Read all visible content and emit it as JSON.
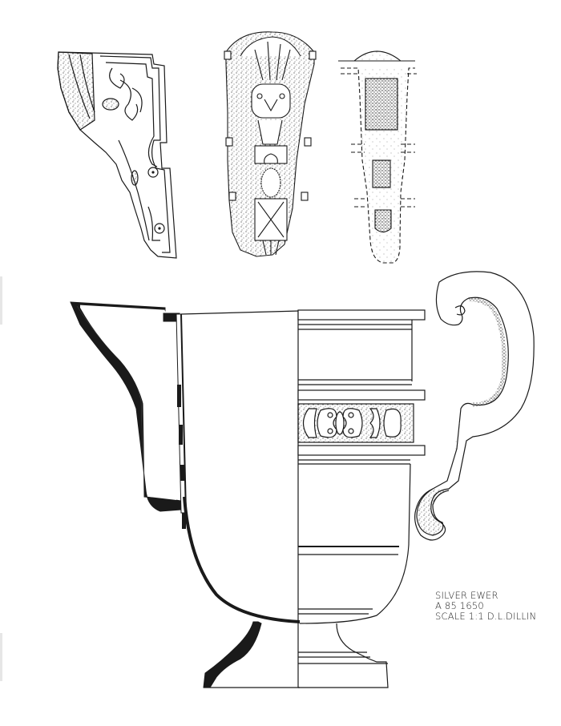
{
  "caption": {
    "line1": "SILVER EWER",
    "line2": "A 85  1650",
    "line3": "SCALE 1:1  D.L.DILLIN"
  },
  "figure": {
    "subject": "Silver ewer",
    "views": [
      {
        "id": "spout-side-detail",
        "description": "Spout bracket, side profile with scrollwork"
      },
      {
        "id": "spout-front-detail",
        "description": "Spout bracket, front view with mask and stippled shading"
      },
      {
        "id": "spout-back-detail",
        "description": "Spout bracket, back view with dashed outline and stippled panels"
      },
      {
        "id": "ewer-section-elevation",
        "description": "Ewer half-section (left) and elevation (right) with handle"
      }
    ]
  },
  "colors": {
    "ink": "#1a1a1a",
    "paper": "#ffffff",
    "stipple": "#555555"
  }
}
